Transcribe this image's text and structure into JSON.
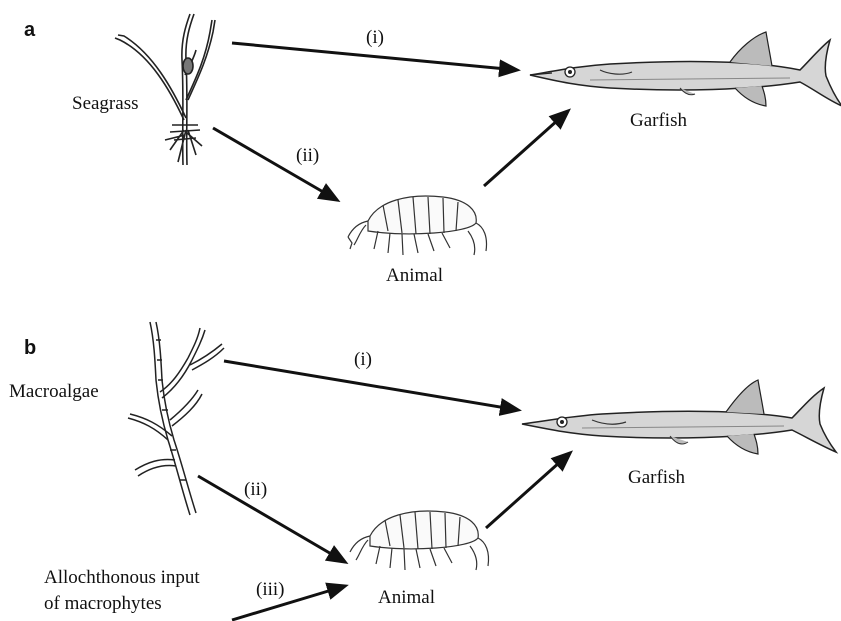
{
  "panels": [
    {
      "letter": "a",
      "producer": "Seagrass",
      "consumer": "Animal",
      "predator": "Garfish",
      "path_labels": [
        "(i)",
        "(ii)"
      ]
    },
    {
      "letter": "b",
      "producer": "Macroalgae",
      "consumer": "Animal",
      "predator": "Garfish",
      "path_labels": [
        "(i)",
        "(ii)",
        "(iii)"
      ],
      "external_source": [
        "Allochthonous input",
        "of macrophytes"
      ]
    }
  ],
  "colors": {
    "ink": "#111111",
    "fish_shade": "#cfcfcf",
    "background": "#ffffff"
  },
  "icons": [
    "seagrass-icon",
    "macroalgae-icon",
    "amphipod-icon",
    "garfish-icon"
  ]
}
